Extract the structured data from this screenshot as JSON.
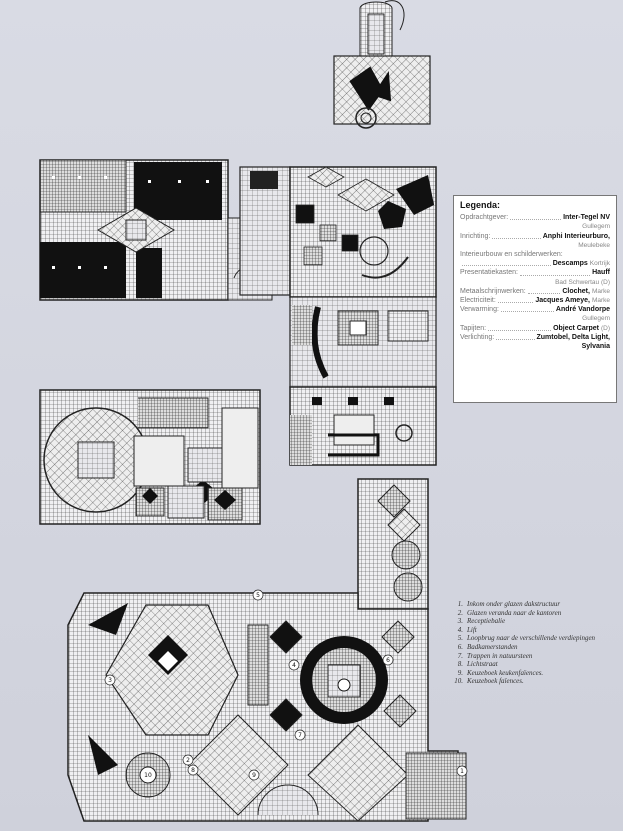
{
  "legend": {
    "title": "Legenda:",
    "rows": [
      {
        "role": "Opdrachtgever:",
        "company": "Inter-Tegel NV",
        "place": "Gullegem"
      },
      {
        "role": "Inrichting:",
        "company": "Anphi Interieurburo,",
        "place": "Meulebeke"
      },
      {
        "role": "Interieurbouw en schilderwerken:",
        "company": "",
        "place": ""
      },
      {
        "role": "",
        "company": "Descamps",
        "place_inline": "Kortrijk"
      },
      {
        "role": "Presentatiekasten:",
        "company": "Hauff",
        "place": "Bad Schwertau (D)"
      },
      {
        "role": "Metaalschrijnwerken:",
        "company": "Clochet,",
        "place_inline": "Marke"
      },
      {
        "role": "Electriciteit:",
        "company": "Jacques Ameye,",
        "place_inline": "Marke"
      },
      {
        "role": "Verwarming:",
        "company": "André Vandorpe",
        "place": "Gullegem"
      },
      {
        "role": "Tapijten:",
        "company": "Object Carpet",
        "place_inline": "(D)"
      },
      {
        "role": "Verlichting:",
        "company": "Zumtobel, Delta Light,",
        "place": ""
      },
      {
        "role": "",
        "company": "Sylvania",
        "place": ""
      }
    ]
  },
  "key": {
    "items": [
      {
        "num": "1.",
        "text": "Inkom onder glazen dakstructuur"
      },
      {
        "num": "2.",
        "text": "Glazen veranda naar de kantoren"
      },
      {
        "num": "3.",
        "text": "Receptiebalie"
      },
      {
        "num": "4.",
        "text": "Lift"
      },
      {
        "num": "5.",
        "text": "Loopbrug naar de verschillende verdiepingen"
      },
      {
        "num": "6.",
        "text": "Badkamerstanden"
      },
      {
        "num": "7.",
        "text": "Trappen in natuursteen"
      },
      {
        "num": "8.",
        "text": "Lichtstraat"
      },
      {
        "num": "9.",
        "text": "Keuzeboek keukenfaïences."
      },
      {
        "num": "10.",
        "text": "Keuzeboek faïences."
      }
    ]
  },
  "plan_numbers": [
    "1",
    "2",
    "3",
    "4",
    "5",
    "6",
    "7",
    "8",
    "9",
    "10"
  ],
  "colors": {
    "ink": "#1a1a1a",
    "paper": "#d6d8e2",
    "legend_bg": "#ffffff"
  }
}
